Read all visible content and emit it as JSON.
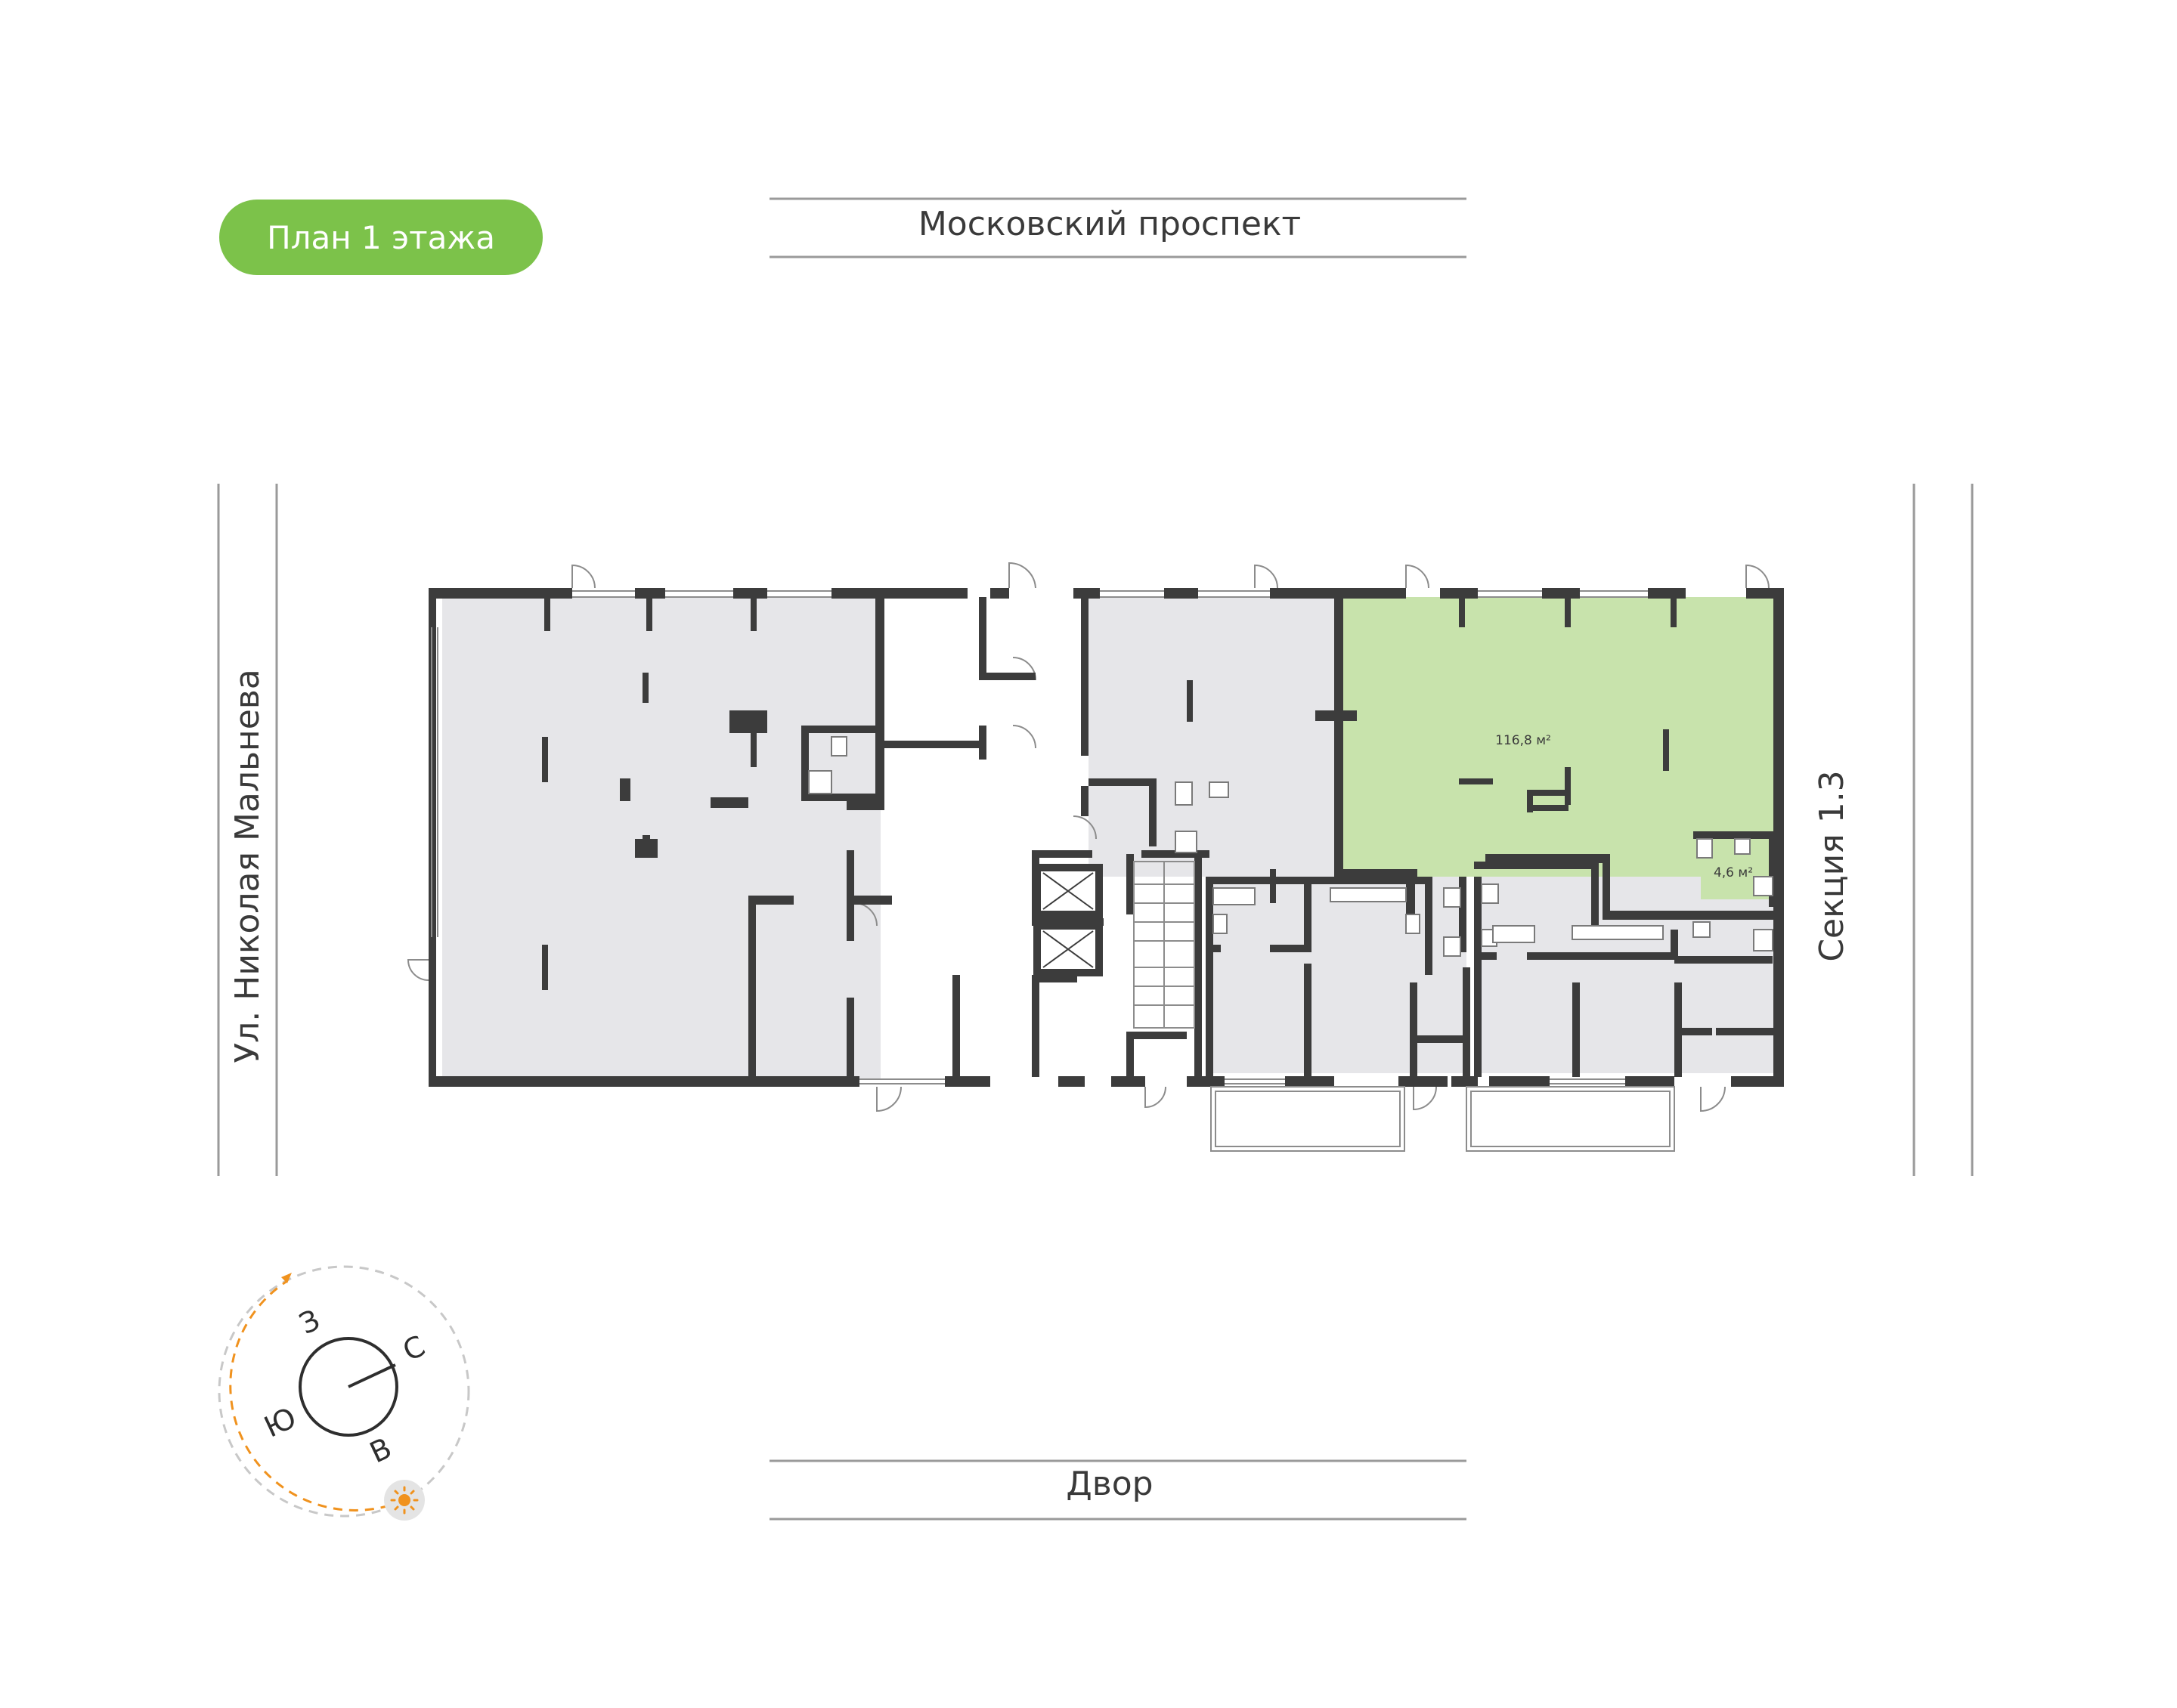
{
  "title": "План 1 этажа",
  "colors": {
    "accent": "#7cc24a",
    "selected_fill": "#c8e3ac",
    "room_fill": "#e6e6e9",
    "wall": "#3c3c3c",
    "sun_path": "#f0921e"
  },
  "streets": {
    "top": "Московский проспект",
    "bottom": "Двор",
    "left": "Ул. Николая Мальнева",
    "right": "Секция 1.3"
  },
  "areas": {
    "main": "116,8 м²",
    "wc": "4,6 м²"
  },
  "compass": {
    "north": "С",
    "south": "Ю",
    "east": "В",
    "west": "З",
    "sun_icon": "sun-icon"
  }
}
